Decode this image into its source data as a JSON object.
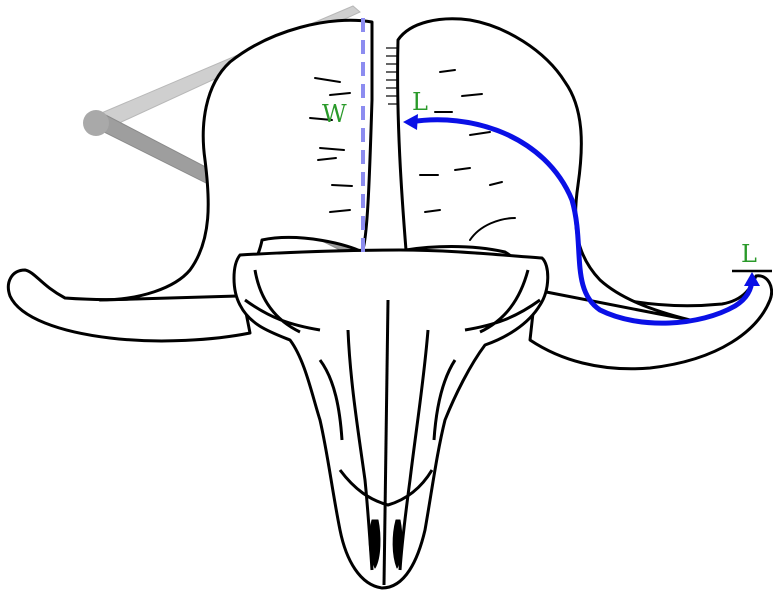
{
  "labels": {
    "width": "W",
    "length_start": "L",
    "length_end": "L"
  },
  "colors": {
    "outline": "#000000",
    "label": "#2a9a2a",
    "curve": "#0a10e6",
    "width_line": "#8c8cf0",
    "caliper_light": "#c9c9c9",
    "caliper_dark": "#999999"
  }
}
